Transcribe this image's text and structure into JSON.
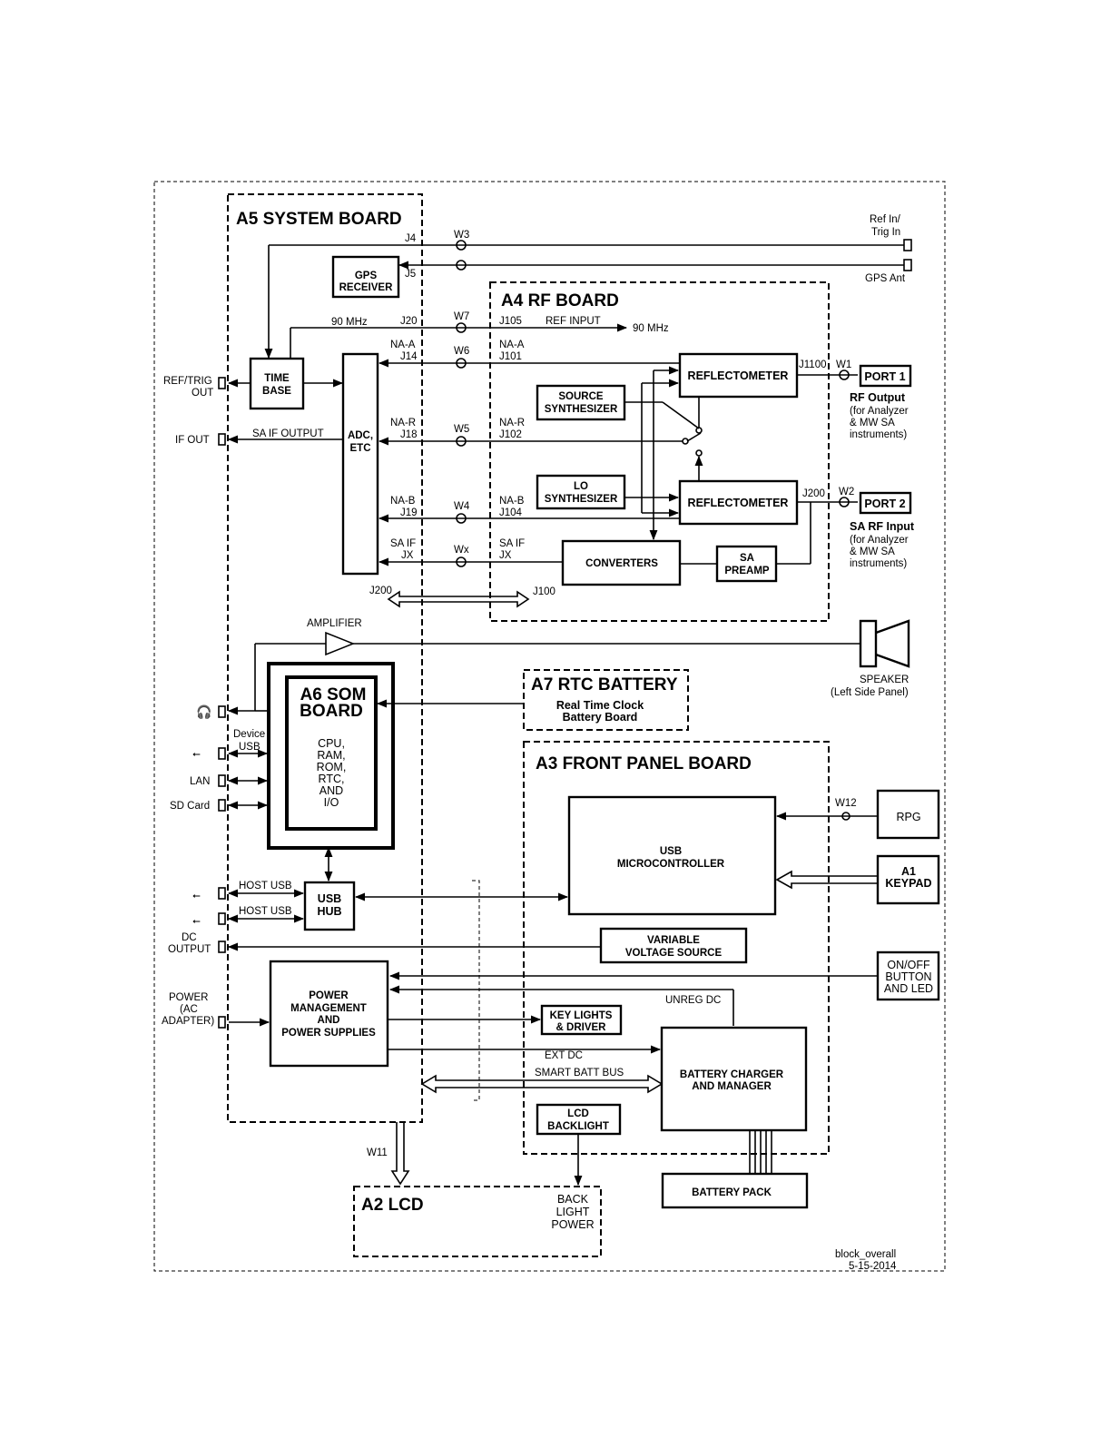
{
  "boards": {
    "a5": "A5 SYSTEM BOARD",
    "a4": "A4 RF BOARD",
    "a6_line1": "A6 SOM",
    "a6_line2": "BOARD",
    "a7": "A7 RTC BATTERY",
    "a7_sub1": "Real Time Clock",
    "a7_sub2": "Battery Board",
    "a3": "A3 FRONT PANEL BOARD",
    "a2": "A2 LCD"
  },
  "blocks": {
    "gps1": "GPS",
    "gps2": "RECEIVER",
    "time1": "TIME",
    "time2": "BASE",
    "adc1": "ADC,",
    "adc2": "ETC",
    "src1": "SOURCE",
    "src2": "SYNTHESIZER",
    "lo1": "LO",
    "lo2": "SYNTHESIZER",
    "refl1": "REFLECTOMETER",
    "refl2": "REFLECTOMETER",
    "conv": "CONVERTERS",
    "sap1": "SA",
    "sap2": "PREAMP",
    "port1": "PORT 1",
    "port2": "PORT 2",
    "som1": "CPU,",
    "som2": "RAM,",
    "som3": "ROM,",
    "som4": "RTC,",
    "som5": "AND",
    "som6": "I/O",
    "usbhub1": "USB",
    "usbhub2": "HUB",
    "usbmc1": "USB",
    "usbmc2": "MICROCONTROLLER",
    "rpg": "RPG",
    "kp1": "A1",
    "kp2": "KEYPAD",
    "vvs1": "VARIABLE",
    "vvs2": "VOLTAGE SOURCE",
    "onoff1": "ON/OFF",
    "onoff2": "BUTTON",
    "onoff3": "AND LED",
    "pm1": "POWER",
    "pm2": "MANAGEMENT",
    "pm3": "AND",
    "pm4": "POWER SUPPLIES",
    "kl1": "KEY LIGHTS",
    "kl2": "& DRIVER",
    "bc1": "BATTERY CHARGER",
    "bc2": "AND MANAGER",
    "lcdb1": "LCD",
    "lcdb2": "BACKLIGHT",
    "bp": "BATTERY PACK",
    "blp1": "BACK",
    "blp2": "LIGHT",
    "blp3": "POWER"
  },
  "labels": {
    "refin1": "Ref In/",
    "refin2": "Trig In",
    "gpsant": "GPS Ant",
    "j4": "J4",
    "j5": "J5",
    "w3": "W3",
    "mhz90a": "90 MHz",
    "j20": "J20",
    "w7": "W7",
    "j105": "J105",
    "refinput": "REF INPUT",
    "mhz90b": "90 MHz",
    "naa_l": "NA-A",
    "j14": "J14",
    "w6": "W6",
    "naa_r": "NA-A",
    "j101": "J101",
    "j1100": "J1100",
    "w1": "W1",
    "rfout": "RF Output",
    "rfout2": "(for Analyzer",
    "rfout3": "& MW SA",
    "rfout4": "instruments)",
    "reftrig1": "REF/TRIG",
    "reftrig2": "OUT",
    "ifout": "IF OUT",
    "saifoutput": "SA IF OUTPUT",
    "nar_l": "NA-R",
    "j18": "J18",
    "w5": "W5",
    "nar_r": "NA-R",
    "j102": "J102",
    "nab_l": "NA-B",
    "j19": "J19",
    "w4": "W4",
    "nab_r": "NA-B",
    "j104": "J104",
    "j200b": "J200",
    "w2": "W2",
    "sarf1": "SA RF Input",
    "sarf2": "(for Analyzer",
    "sarf3": "& MW SA",
    "sarf4": "instruments)",
    "saif_l": "SA IF",
    "jx_l": "JX",
    "wx": "Wx",
    "saif_r": "SA IF",
    "jx_r": "JX",
    "j200": "J200",
    "j100": "J100",
    "amplifier": "AMPLIFIER",
    "speaker1": "SPEAKER",
    "speaker2": "(Left Side Panel)",
    "device": "Device",
    "usb": "USB",
    "lan": "LAN",
    "sdcard": "SD Card",
    "hostusb1": "HOST USB",
    "hostusb2": "HOST USB",
    "dc1": "DC",
    "dc2": "OUTPUT",
    "pwr1": "POWER",
    "pwr2": "(AC",
    "pwr3": "ADAPTER)",
    "w12": "W12",
    "unregdc": "UNREG DC",
    "extdc": "EXT DC",
    "smartbatt": "SMART BATT BUS",
    "w11": "W11",
    "footer1": "block_overall",
    "footer2": "5-15-2014"
  }
}
